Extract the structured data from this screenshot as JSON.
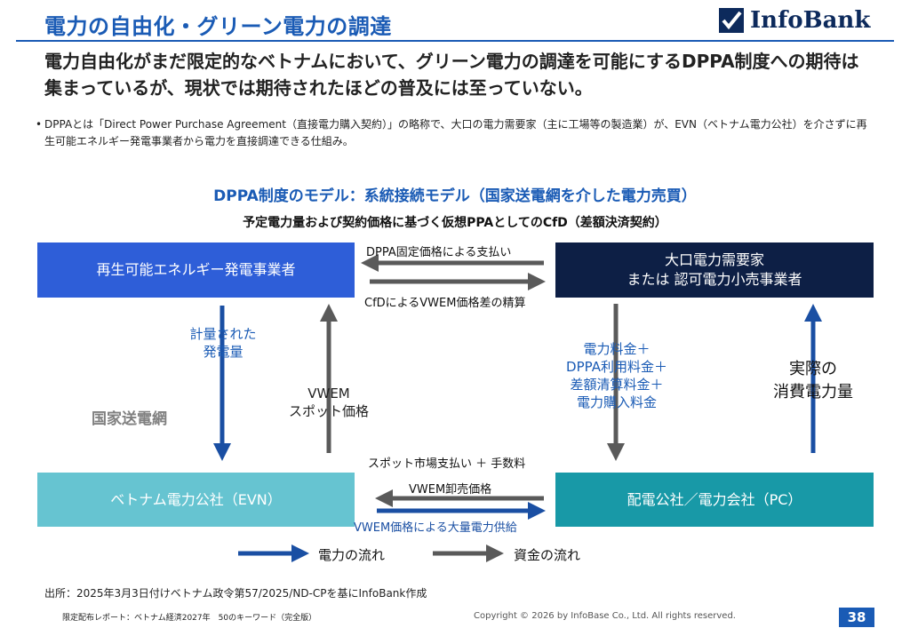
{
  "header": {
    "title": "電力の自由化・グリーン電力の調達",
    "logo_text": "InfoBank"
  },
  "lead": "電力自由化がまだ限定的なベトナムにおいて、グリーン電力の調達を可能にするDPPA制度への期待は集まっているが、現状では期待されたほどの普及には至っていない。",
  "bullet": "DPPAとは「Direct Power Purchase Agreement（直接電力購入契約）」の略称で、大口の電力需要家（主に工場等の製造業）が、EVN（ベトナム電力公社）を介さずに再生可能エネルギー発電事業者から電力を直接調達できる仕組み。",
  "diagram": {
    "title": "DPPA制度のモデル：系統接続モデル（国家送電網を介した電力売買）",
    "subtitle": "予定電力量および契約価格に基づく仮想PPAとしてのCfD（差額決済契約）",
    "boxes": {
      "generator": "再生可能エネルギー発電事業者",
      "buyer_line1": "大口電力需要家",
      "buyer_line2": "または 認可電力小売事業者",
      "evn": "ベトナム電力公社（EVN）",
      "pc": "配電公社／電力会社（PC）"
    },
    "labels": {
      "fixed_payment": "DPPA固定価格による支払い",
      "cfd_settlement": "CfDによるVWEM価格差の精算",
      "metered_1": "計量された",
      "metered_2": "発電量",
      "vwem_spot_1": "VWEM",
      "vwem_spot_2": "スポット価格",
      "grid": "国家送電網",
      "charges_1": "電力料金＋",
      "charges_2": "DPPA利用料金＋",
      "charges_3": "差額清算料金＋",
      "charges_4": "電力購入料金",
      "actual_1": "実際の",
      "actual_2": "消費電力量",
      "spot_market": "スポット市場支払い ＋ 手数料",
      "wholesale": "VWEM卸売価格",
      "bulk_supply": "VWEM価格による大量電力供給"
    },
    "legend": {
      "power_flow": "電力の流れ",
      "money_flow": "資金の流れ"
    },
    "colors": {
      "power": "#1a4fa3",
      "money": "#5a5a5a"
    }
  },
  "footer": {
    "source": "出所：2025年3月3日付けベトナム政令第57/2025/ND-CPを基にInfoBank作成",
    "limited": "限定配布レポート：ベトナム経済2027年　50のキーワード（完全版）",
    "copyright": "Copyright © 2026 by InfoBase Co., Ltd. All rights reserved.",
    "page": "38"
  }
}
